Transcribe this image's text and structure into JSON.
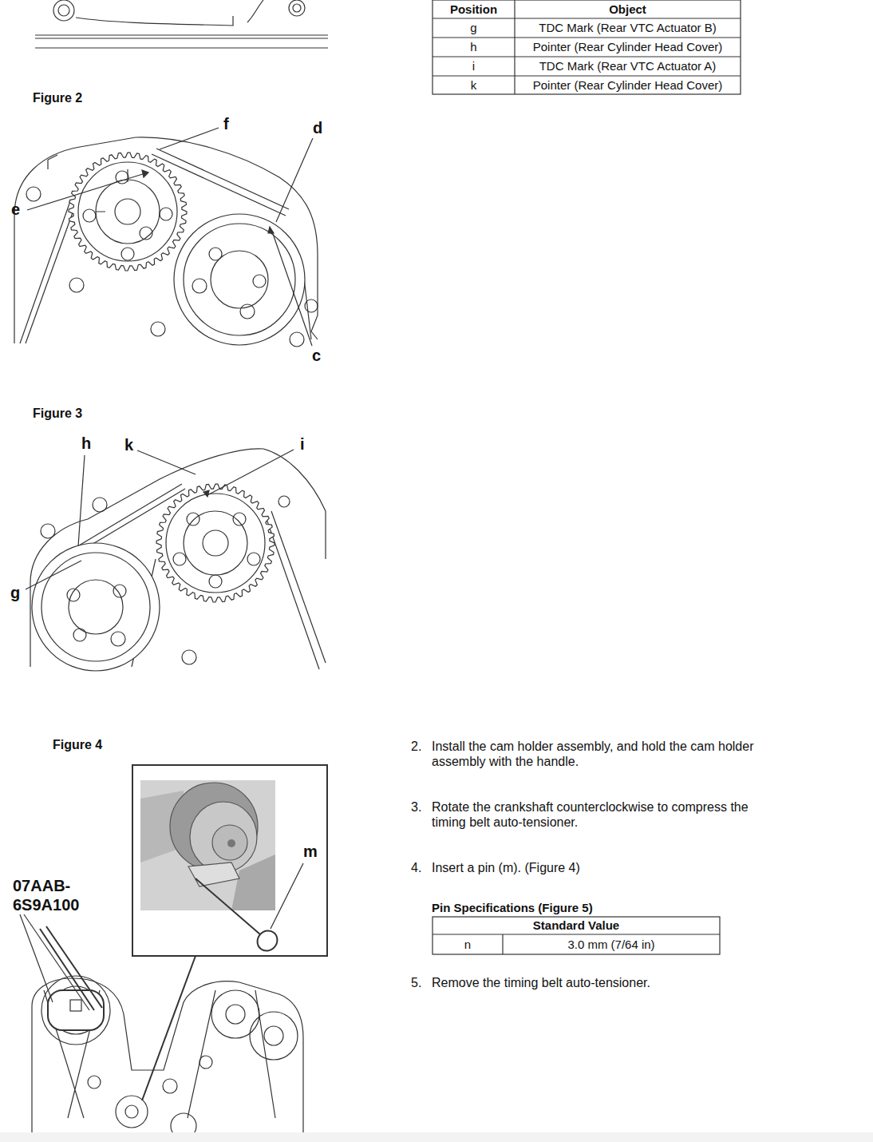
{
  "diagram": {
    "labels": [
      "Position",
      "Object",
      "g",
      "TDC Mark (Rear VTC Actuator B)",
      "h",
      "Pointer (Rear Cylinder Head Cover)",
      "i",
      "TDC Mark (Rear VTC Actuator A)",
      "k",
      "Pointer (Rear Cylinder Head Cover)",
      "Figure 2",
      "f",
      "d",
      "e",
      "c",
      "Figure 3",
      "h",
      "k",
      "i",
      "g",
      "Figure 4",
      "2.",
      "Install the cam holder assembly, and hold the cam holder assembly with the handle.",
      "3.",
      "Rotate the crankshaft counterclockwise to compress the timing belt auto-tensioner.",
      "m",
      "4.",
      "Insert a pin (m). (Figure 4)",
      "07AAB- 6S9A100",
      "Pin Specifications (Figure 5)",
      "Standard Value",
      "n",
      "3.0 mm (7/64 in)",
      "5.",
      "Remove the timing belt auto-tensioner."
    ]
  }
}
